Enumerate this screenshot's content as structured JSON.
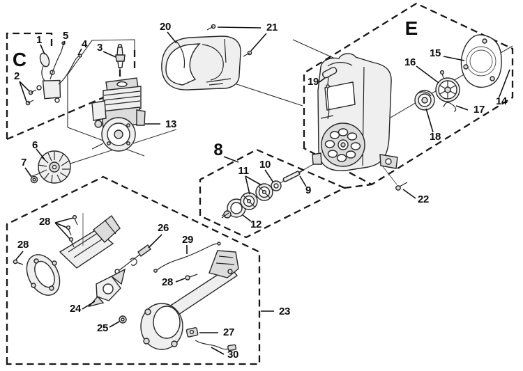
{
  "figure": {
    "kind": "exploded-parts-diagram",
    "background": "#ffffff",
    "line_color": "#161616",
    "part_fill": "#efefef",
    "group_boxes": [
      {
        "id": "box-c",
        "label": "C"
      },
      {
        "id": "box-e",
        "label": "E"
      },
      {
        "id": "box-8",
        "label": "8"
      },
      {
        "id": "box-23",
        "label": "23"
      }
    ],
    "callouts": [
      {
        "id": "group-c-label",
        "label": "C"
      },
      {
        "id": "part-1",
        "label": "1"
      },
      {
        "id": "part-2",
        "label": "2"
      },
      {
        "id": "part-5",
        "label": "5"
      },
      {
        "id": "part-4",
        "label": "4"
      },
      {
        "id": "part-3",
        "label": "3"
      },
      {
        "id": "part-20",
        "label": "20"
      },
      {
        "id": "part-21",
        "label": "21"
      },
      {
        "id": "part-13",
        "label": "13"
      },
      {
        "id": "group-e-label",
        "label": "E"
      },
      {
        "id": "part-19",
        "label": "19"
      },
      {
        "id": "part-15",
        "label": "15"
      },
      {
        "id": "part-16",
        "label": "16"
      },
      {
        "id": "part-17",
        "label": "17"
      },
      {
        "id": "part-18",
        "label": "18"
      },
      {
        "id": "part-14",
        "label": "14"
      },
      {
        "id": "part-6",
        "label": "6"
      },
      {
        "id": "part-7",
        "label": "7"
      },
      {
        "id": "group-8-label",
        "label": "8"
      },
      {
        "id": "part-11",
        "label": "11"
      },
      {
        "id": "part-10",
        "label": "10"
      },
      {
        "id": "part-9",
        "label": "9"
      },
      {
        "id": "part-12",
        "label": "12"
      },
      {
        "id": "part-22",
        "label": "22"
      },
      {
        "id": "part-28-a",
        "label": "28"
      },
      {
        "id": "part-28-b",
        "label": "28"
      },
      {
        "id": "part-26",
        "label": "26"
      },
      {
        "id": "part-29",
        "label": "29"
      },
      {
        "id": "part-28-c",
        "label": "28"
      },
      {
        "id": "part-24",
        "label": "24"
      },
      {
        "id": "part-25",
        "label": "25"
      },
      {
        "id": "part-27",
        "label": "27"
      },
      {
        "id": "part-30",
        "label": "30"
      },
      {
        "id": "part-23",
        "label": "23"
      }
    ]
  }
}
